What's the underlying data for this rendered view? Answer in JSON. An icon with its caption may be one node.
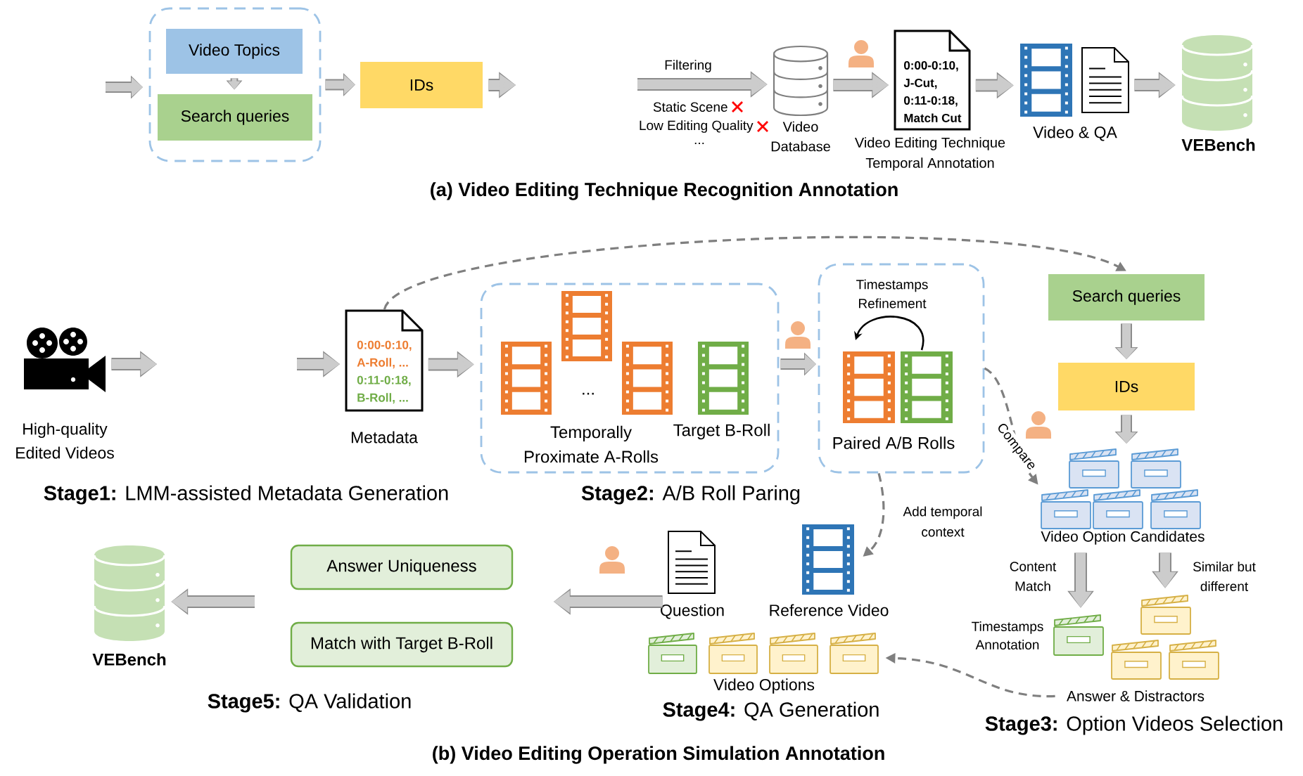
{
  "diagram": {
    "nodes": [
      {
        "text": [],
        "shape": "box"
      },
      {
        "text": [
          "Video Topics"
        ],
        "in": 0
      },
      {
        "text": [
          "Search queries"
        ],
        "in": 0
      },
      {
        "text": [
          "IDs"
        ]
      },
      {
        "text": [
          "Video Database"
        ]
      },
      {
        "text": [
          "0:00-0:10, J-Cut, 0:11-0:18, Match Cut",
          "Video Editing Technique Temporal Annotation"
        ]
      },
      {
        "text": [
          "Video & QA"
        ]
      },
      {
        "text": [
          "VEBench"
        ]
      },
      {
        "text": [
          "High-quality Edited Videos"
        ]
      },
      {
        "text": [
          "0:00-0:10, A-Roll, ...",
          "0:11-0:18, B-Roll, ...",
          "Metadata"
        ]
      },
      {
        "text": [
          "...",
          "Temporally Proximate A-Rolls",
          "Target B-Roll"
        ]
      },
      {
        "text": [
          "Timestamps Refinement",
          "Paired A/B Rolls"
        ]
      },
      {
        "text": [
          "Search queries"
        ]
      },
      {
        "text": [
          "IDs"
        ]
      },
      {
        "text": [
          "Video Option Candidates"
        ]
      },
      {
        "text": [
          "Timestamps Annotation"
        ]
      },
      {
        "text": [
          "Answer & Distractors"
        ]
      },
      {
        "text": [
          "Question"
        ]
      },
      {
        "text": [
          "Reference Video"
        ]
      },
      {
        "text": [
          "Video Options"
        ]
      },
      {
        "text": [
          "Answer Uniqueness"
        ]
      },
      {
        "text": [
          "Match with Target B-Roll"
        ]
      },
      {
        "text": [
          "VEBench"
        ]
      }
    ],
    "edges": [
      {
        "from": null,
        "to": 0,
        "arrow": "to"
      },
      {
        "from": 1,
        "to": 2,
        "arrow": "to"
      },
      {
        "from": 0,
        "to": 3,
        "arrow": "to"
      },
      {
        "from": 3,
        "to": null,
        "arrow": "to"
      },
      {
        "from": null,
        "to": 4,
        "arrow": "to",
        "label": "Filtering"
      },
      {
        "from": 4,
        "to": 5,
        "arrow": "to"
      },
      {
        "from": 5,
        "to": 6,
        "arrow": "to"
      },
      {
        "from": 6,
        "to": 7,
        "arrow": "to"
      },
      {
        "from": 8,
        "to": null,
        "arrow": "to"
      },
      {
        "from": null,
        "to": 9,
        "arrow": "to"
      },
      {
        "from": 9,
        "to": 10,
        "arrow": "to"
      },
      {
        "from": 10,
        "to": 11,
        "arrow": "to"
      },
      {
        "from": 9,
        "to": 12,
        "arrow": "to",
        "style": "dashed",
        "color": "#7f7f7f"
      },
      {
        "from": 12,
        "to": 13,
        "arrow": "to"
      },
      {
        "from": 13,
        "to": 14,
        "arrow": "to"
      },
      {
        "from": 11,
        "to": 14,
        "arrow": "to",
        "label": "Compare",
        "style": "dashed",
        "color": "#7f7f7f"
      },
      {
        "from": 11,
        "to": 18,
        "arrow": "to",
        "label": "Add temporal context",
        "style": "dashed",
        "color": "#7f7f7f"
      },
      {
        "from": 14,
        "to": 15,
        "arrow": "to",
        "label": "Content Match"
      },
      {
        "from": 14,
        "to": 16,
        "arrow": "to",
        "label": "Similar but different"
      },
      {
        "from": 16,
        "to": 19,
        "arrow": "to",
        "style": "dashed",
        "color": "#7f7f7f"
      },
      {
        "from": 17,
        "to": null,
        "arrow": "to"
      },
      {
        "from": null,
        "to": 22,
        "arrow": "to"
      }
    ],
    "labels": [
      "Static Scene",
      "Low Editing Quality",
      "...",
      "(a) Video Editing Technique Recognition Annotation",
      "**Stage1:** LMM-assisted Metadata Generation",
      "**Stage2:** A/B Roll Paring",
      "**Stage5:** QA Validation",
      "**Stage4:** QA Generation",
      "**Stage3:** Option Videos Selection",
      "(b) Video Editing Operation Simulation Annotation"
    ]
  }
}
